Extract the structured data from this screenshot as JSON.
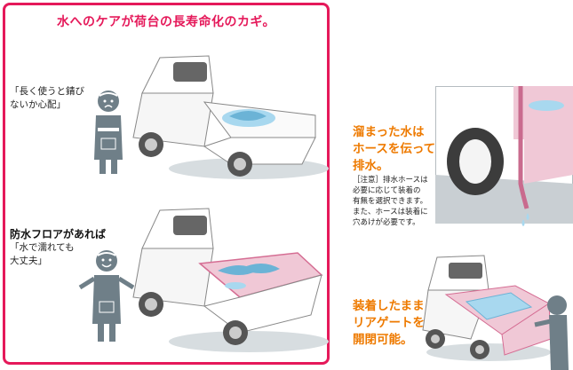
{
  "headline": "水へのケアが荷台の長寿命化のカギ。",
  "scene_worried": {
    "quote_line1": "「長く使うと錆び",
    "quote_line2": "ないか心配」"
  },
  "scene_happy": {
    "label": "防水フロアがあれば",
    "quote_line1": "「水で濡れても",
    "quote_line2": "大丈夫」"
  },
  "drain": {
    "heading_line1": "溜まった水は",
    "heading_line2": "ホースを伝って",
    "heading_line3": "排水。",
    "note_line1": "［注意］排水ホースは",
    "note_line2": "必要に応じて装着の",
    "note_line3": "有無を選択できます。",
    "note_line4": "また、ホースは装着に",
    "note_line5": "穴あけが必要です。"
  },
  "tailgate": {
    "heading_line1": "装着したまま",
    "heading_line2": "リアゲートを",
    "heading_line3": "開閉可能。"
  },
  "colors": {
    "accent_pink": "#e5195a",
    "accent_orange": "#ee7a00",
    "floor_pink": "#f0c8d6",
    "water_blue": "#a8d8ef",
    "figure_gray": "#6f7f88"
  }
}
